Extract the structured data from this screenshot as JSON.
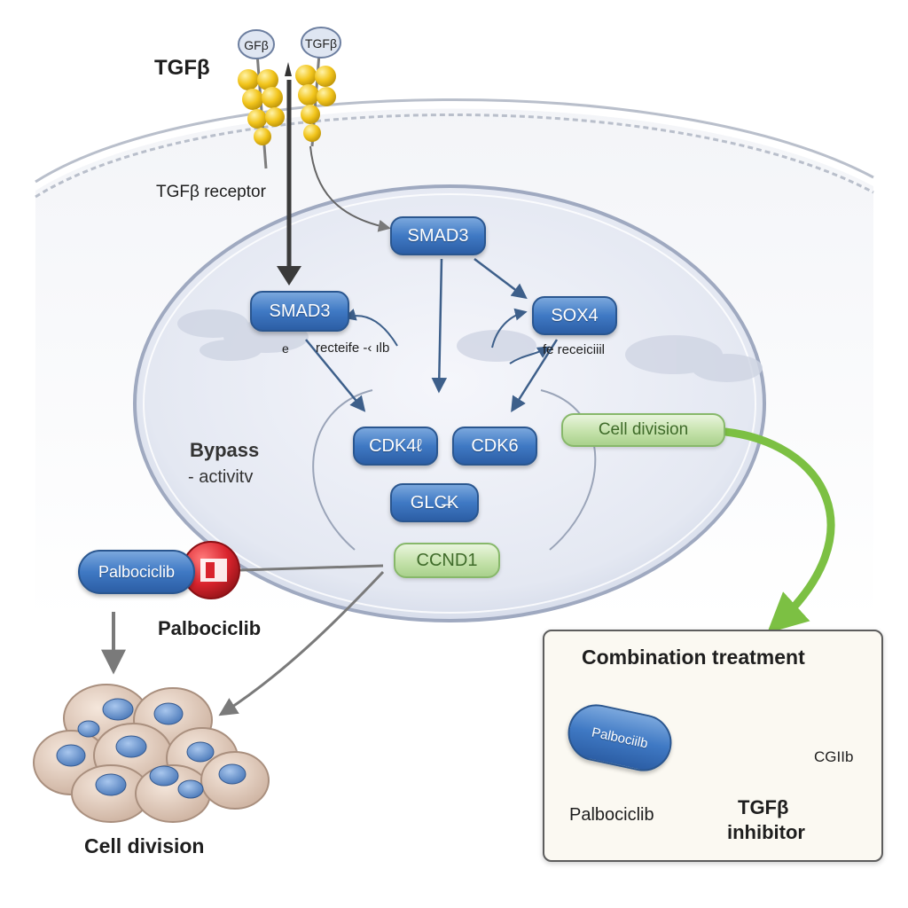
{
  "labels": {
    "tgfb_ligand": "TGFβ",
    "ligand_tag_left": "GFβ",
    "ligand_tag_right": "TGFβ",
    "receptor": "TGFβ receptor",
    "bypass_line1": "Bypass",
    "bypass_line2": "- activitv",
    "palbociclib_below_pill": "Palbociclib",
    "cell_division_bottom": "Cell division",
    "left_annotation": "recteife -‹ ılb",
    "right_annotation": "fe   receiciiil",
    "right_annotation_prefix": "e"
  },
  "nodes": {
    "smad3_top": "SMAD3",
    "smad3_left": "SMAD3",
    "sox4": "SOX4",
    "cdk4": "CDK4ℓ",
    "cdk6": "CDK6",
    "glck": "GLC̶K",
    "ccnd1": "CCND1",
    "cell_division_tag": "Cell division",
    "palbociclib_pill": "Palbociclib"
  },
  "combination": {
    "title": "Combination treatment",
    "drug_pill": "Palbociilb",
    "drug_label": "Palbociclib",
    "vial_tag": "CGIIb",
    "inhibitor_line1": "TGFβ",
    "inhibitor_line2": "inhibitor"
  },
  "colors": {
    "node_blue": "#3f79c4",
    "node_green": "#a9d18c",
    "arrow_blue": "#3d5f8a",
    "arrow_gray": "#7a7a7a",
    "arrow_green": "#7cc043",
    "inhibitor_red": "#d9232d",
    "receptor_yellow": "#f2c51c",
    "vial_liquid": "#e6b63a",
    "vial_cap": "#5a7fb5"
  },
  "icons": {
    "inhibitor": "blocked-red-circle-icon",
    "vial": "vial-icon",
    "cells": "cell-cluster-icon"
  }
}
